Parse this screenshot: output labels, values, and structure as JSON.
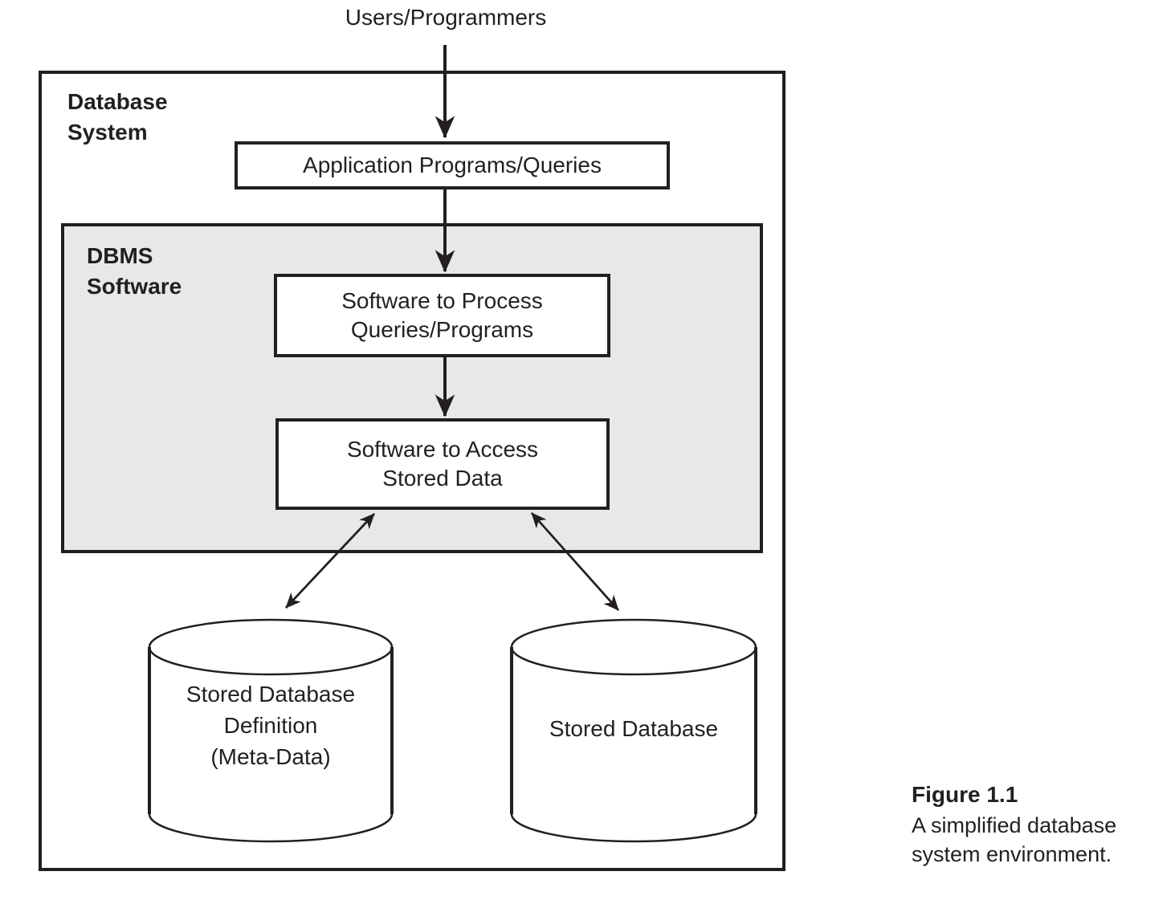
{
  "colors": {
    "ink": "#231f20",
    "panel_fill": "#e8e8e9"
  },
  "diagram": {
    "top_label": "Users/Programmers",
    "outer_box_label": "Database\nSystem",
    "dbms_box_label": "DBMS\nSoftware",
    "boxes": {
      "application": "Application Programs/Queries",
      "process": "Software to Process\nQueries/Programs",
      "access": "Software to Access\nStored Data"
    },
    "cylinders": {
      "metadata": "Stored Database\nDefinition\n(Meta-Data)",
      "stored": "Stored Database"
    }
  },
  "caption": {
    "title": "Figure 1.1",
    "body": "A simplified database\nsystem environment."
  }
}
